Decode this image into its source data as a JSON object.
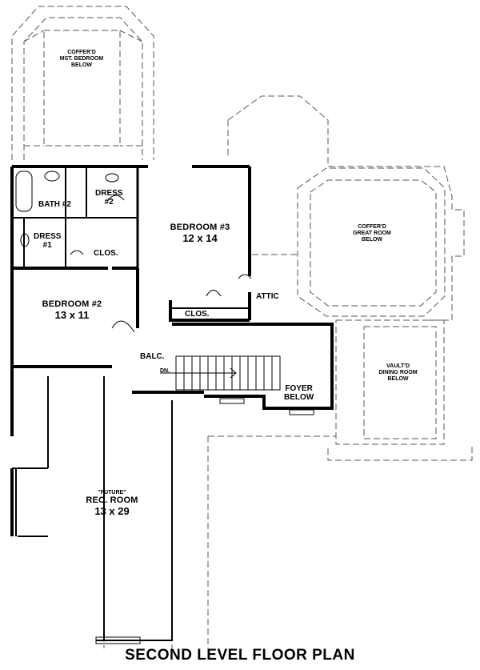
{
  "title": "SECOND LEVEL FLOOR PLAN",
  "rooms": {
    "coffer_bedroom": [
      "COFFER'D",
      "MST. BEDROOM",
      "BELOW"
    ],
    "bath2": "BATH #2",
    "dress2": [
      "DRESS",
      "#2"
    ],
    "dress1": [
      "DRESS",
      "#1"
    ],
    "clos_upper": "CLOS.",
    "bedroom3": {
      "name": "BEDROOM #3",
      "dim": "12 x 14"
    },
    "bedroom2": {
      "name": "BEDROOM #2",
      "dim": "13 x 11"
    },
    "clos_lower": "CLOS.",
    "attic": "ATTIC",
    "balc": "BALC.",
    "dn": "DN.",
    "foyer": [
      "FOYER",
      "BELOW"
    ],
    "great_room": [
      "COFFER'D",
      "GREAT ROOM",
      "BELOW"
    ],
    "dining_room": [
      "VAULT'D",
      "DINING ROOM",
      "BELOW"
    ],
    "rec_room": {
      "note": "\"FUTURE\"",
      "name": "REC. ROOM",
      "dim": "13 x 29"
    }
  }
}
